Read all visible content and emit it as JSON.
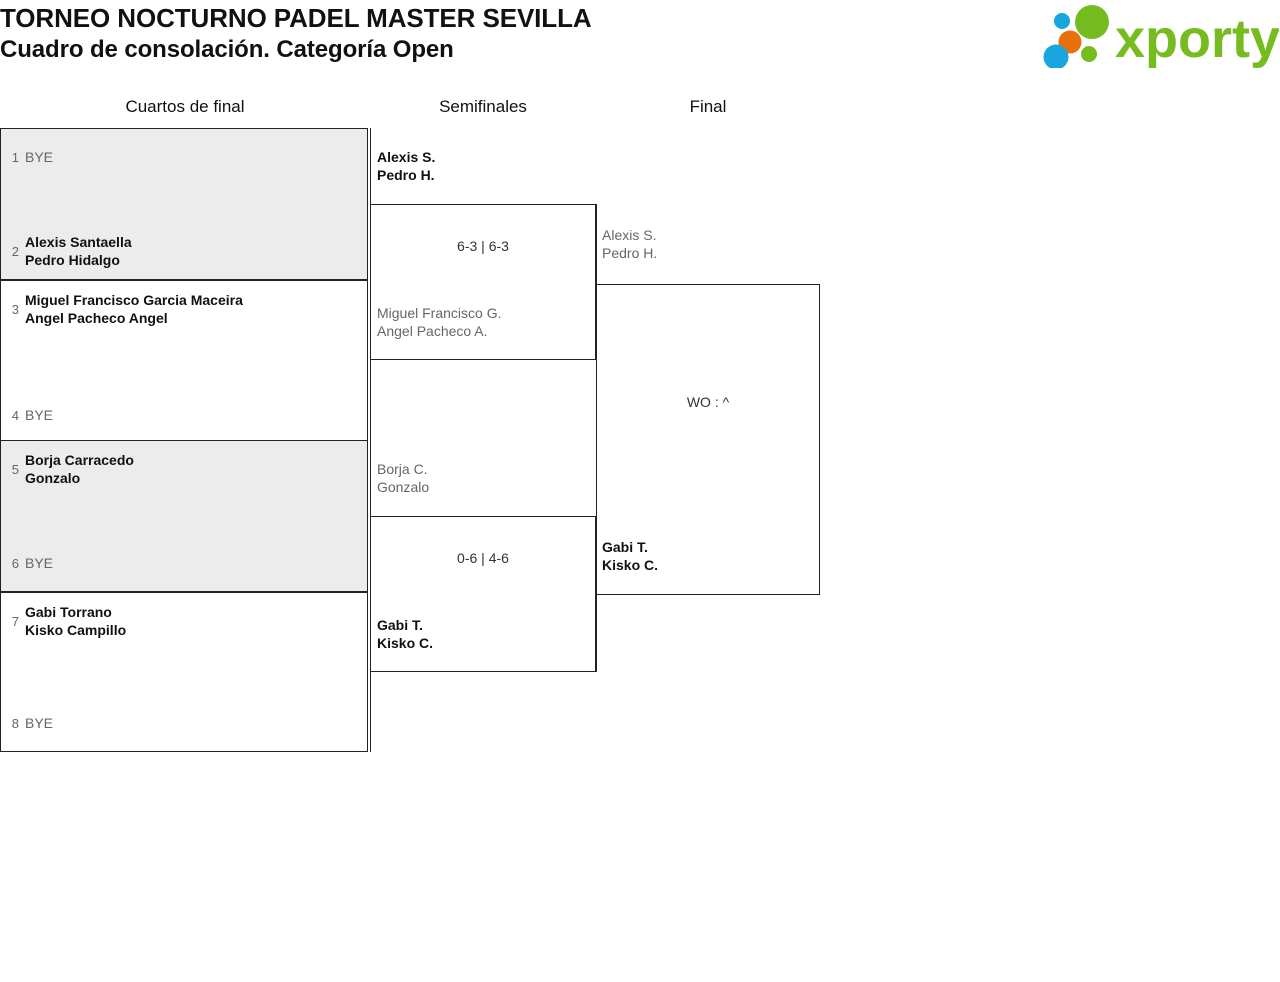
{
  "header": {
    "title_line1": "TORNEO NOCTURNO PADEL MASTER SEVILLA",
    "title_line2": "Cuadro de consolación. Categoría Open",
    "logo_text": "xporty",
    "logo_colors": {
      "green": "#76bc21",
      "orange": "#e8700a",
      "blue": "#17a6de"
    }
  },
  "rounds": [
    {
      "label": "Cuartos de final"
    },
    {
      "label": "Semifinales"
    },
    {
      "label": "Final"
    }
  ],
  "round1": {
    "blocks": [
      {
        "shaded": true,
        "top": {
          "seed": "1",
          "players": [
            "BYE"
          ],
          "result": "bye"
        },
        "bottom": {
          "seed": "2",
          "players": [
            "Alexis Santaella",
            "Pedro Hidalgo"
          ],
          "result": "winner"
        }
      },
      {
        "shaded": false,
        "top": {
          "seed": "3",
          "players": [
            "Miguel Francisco Garcia Maceira",
            "Angel Pacheco Angel"
          ],
          "result": "winner"
        },
        "bottom": {
          "seed": "4",
          "players": [
            "BYE"
          ],
          "result": "bye"
        }
      },
      {
        "shaded": true,
        "top": {
          "seed": "5",
          "players": [
            "Borja Carracedo",
            "Gonzalo"
          ],
          "result": "winner"
        },
        "bottom": {
          "seed": "6",
          "players": [
            "BYE"
          ],
          "result": "bye"
        }
      },
      {
        "shaded": false,
        "top": {
          "seed": "7",
          "players": [
            "Gabi Torrano",
            "Kisko Campillo"
          ],
          "result": "winner"
        },
        "bottom": {
          "seed": "8",
          "players": [
            "BYE"
          ],
          "result": "bye"
        }
      }
    ]
  },
  "semifinals": [
    {
      "score": "6-3 | 6-3",
      "top": {
        "players": [
          "Alexis S.",
          "Pedro H."
        ],
        "result": "winner"
      },
      "bottom": {
        "players": [
          "Miguel Francisco G.",
          "Angel Pacheco A."
        ],
        "result": "loser"
      }
    },
    {
      "score": "0-6 | 4-6",
      "top": {
        "players": [
          "Borja C.",
          "Gonzalo"
        ],
        "result": "loser"
      },
      "bottom": {
        "players": [
          "Gabi T.",
          "Kisko C."
        ],
        "result": "winner"
      }
    }
  ],
  "final": {
    "score": "WO : ^",
    "top": {
      "players": [
        "Alexis S.",
        "Pedro H."
      ],
      "result": "loser"
    },
    "bottom": {
      "players": [
        "Gabi T.",
        "Kisko C."
      ],
      "result": "winner"
    }
  }
}
